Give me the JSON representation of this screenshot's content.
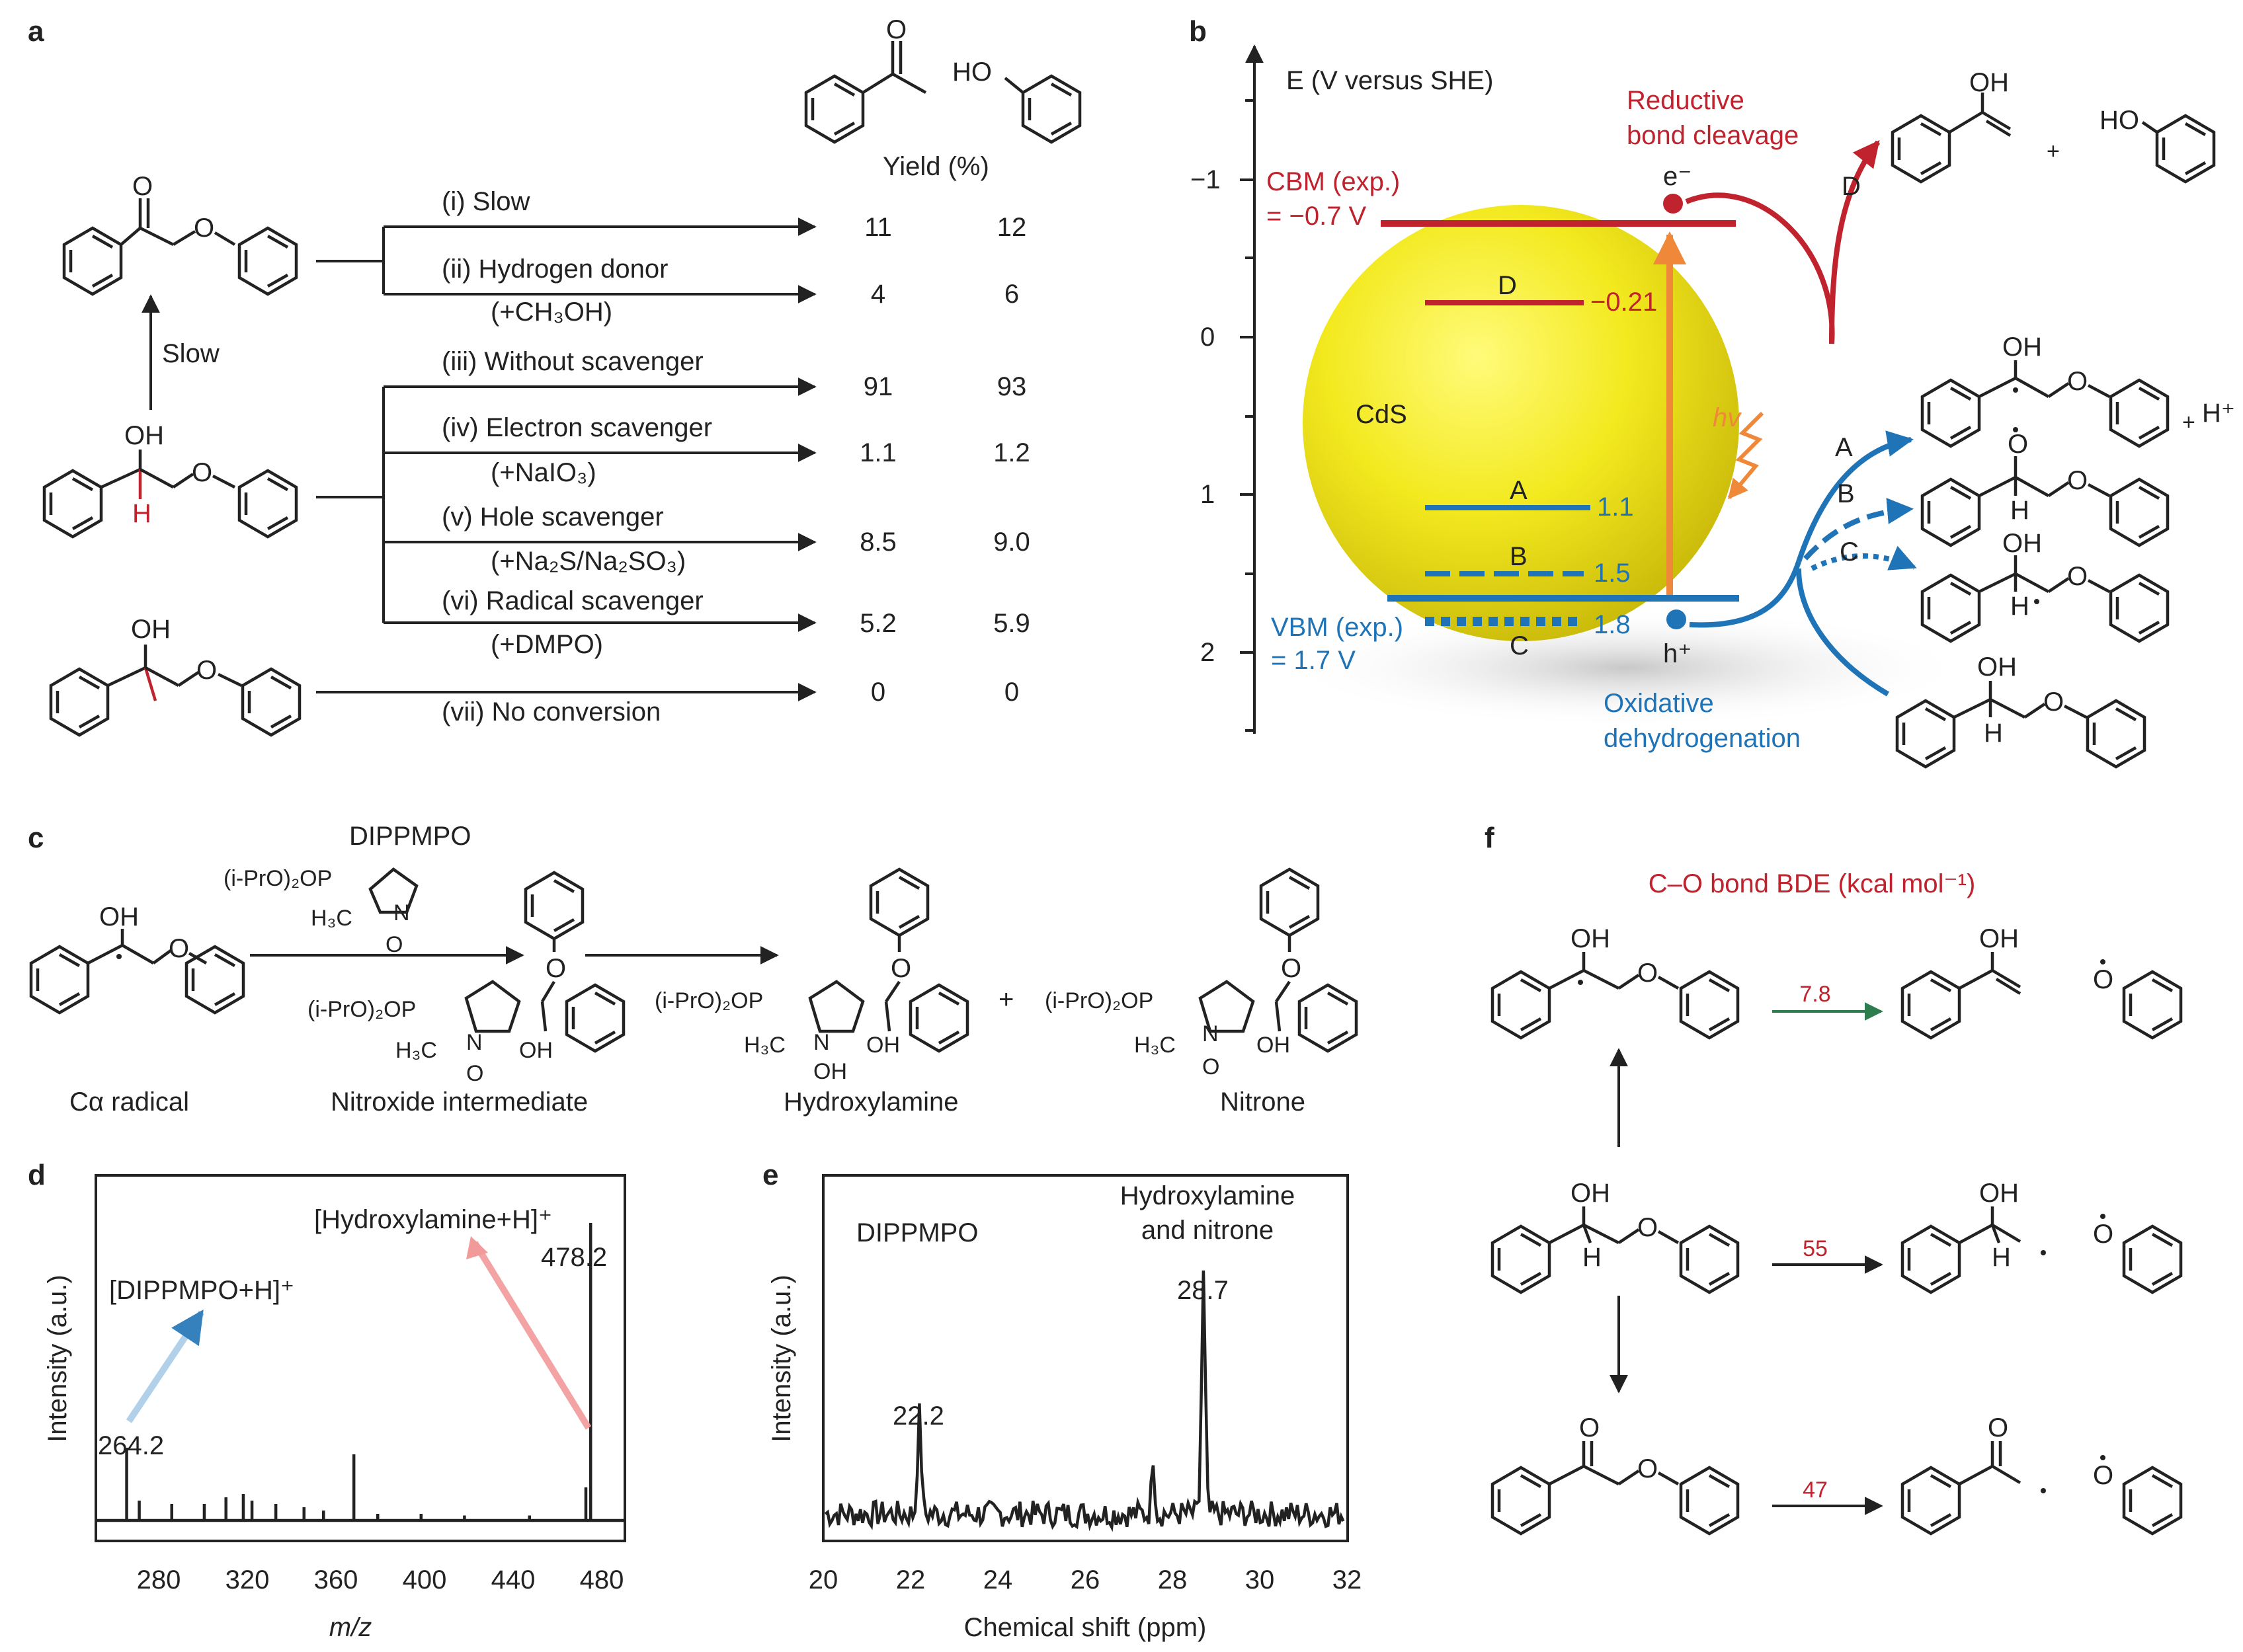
{
  "panels": {
    "a": "a",
    "b": "b",
    "c": "c",
    "d": "d",
    "e": "e",
    "f": "f"
  },
  "panel_a": {
    "yield_header": "Yield (%)",
    "slow_label": "Slow",
    "rows": [
      {
        "label": "(i) Slow",
        "sub": "",
        "y1": "11",
        "y2": "12"
      },
      {
        "label": "(ii) Hydrogen donor",
        "sub": "(+CH₃OH)",
        "y1": "4",
        "y2": "6"
      },
      {
        "label": "(iii) Without scavenger",
        "sub": "",
        "y1": "91",
        "y2": "93"
      },
      {
        "label": "(iv) Electron scavenger",
        "sub": "(+NaIO₃)",
        "y1": "1.1",
        "y2": "1.2"
      },
      {
        "label": "(v) Hole scavenger",
        "sub": "(+Na₂S/Na₂SO₃)",
        "y1": "8.5",
        "y2": "9.0"
      },
      {
        "label": "(vi) Radical scavenger",
        "sub": "(+DMPO)",
        "y1": "5.2",
        "y2": "5.9"
      },
      {
        "label": "(vii) No conversion",
        "sub": "",
        "y1": "0",
        "y2": "0"
      }
    ],
    "atoms": {
      "O": "O",
      "OH": "OH",
      "H": "H",
      "HO": "HO"
    }
  },
  "panel_b": {
    "axis_title": "E (V versus SHE)",
    "ticks": [
      "−1",
      "0",
      "1",
      "2"
    ],
    "cbm": "CBM (exp.)",
    "cbm_val": "= −0.7 V",
    "vbm": "VBM (exp.)",
    "vbm_val": "= 1.7 V",
    "material": "CdS",
    "electron": "e⁻",
    "hole": "h⁺",
    "hv": "hv",
    "levels": [
      {
        "name": "D",
        "value": "−0.21"
      },
      {
        "name": "A",
        "value": "1.1"
      },
      {
        "name": "B",
        "value": "1.5"
      },
      {
        "name": "C",
        "value": "1.8"
      }
    ],
    "reductive": "Reductive",
    "bond_cleavage": "bond cleavage",
    "oxidative": "Oxidative",
    "dehydrogenation": "dehydrogenation",
    "hplus": "H⁺",
    "plus": "+",
    "path_labels": [
      "A",
      "B",
      "C",
      "D"
    ],
    "band_colors": {
      "cbm": "#c0232d",
      "vbm": "#1f74b8",
      "photon": "#f0883a",
      "particle": "#f2e823"
    }
  },
  "panel_c": {
    "dippmpo": "DIPPMPO",
    "ipro": "(i-PrO)₂OP",
    "h3c": "H₃C",
    "n_plus": "N",
    "o_minus": "O",
    "names": [
      "Cα radical",
      "Nitroxide intermediate",
      "Hydroxylamine",
      "Nitrone"
    ],
    "plus": "+"
  },
  "panel_d": {
    "ylabel": "Intensity (a.u.)",
    "xlabel": "m/z",
    "xticks": [
      "280",
      "320",
      "360",
      "400",
      "440",
      "480"
    ],
    "peak1": "264.2",
    "peak2": "478.2",
    "ann1": "[DIPPMPO+H]⁺",
    "ann2": "[Hydroxylamine+H]⁺"
  },
  "panel_e": {
    "ylabel": "Intensity (a.u.)",
    "xlabel": "Chemical shift (ppm)",
    "xticks": [
      "20",
      "22",
      "24",
      "26",
      "28",
      "30",
      "32"
    ],
    "peak1": "22.2",
    "peak2": "28.7",
    "ann1": "DIPPMPO",
    "ann2a": "Hydroxylamine",
    "ann2b": "and nitrone"
  },
  "panel_f": {
    "title": "C–O bond BDE (kcal mol⁻¹)",
    "bde": [
      "7.8",
      "55",
      "47"
    ]
  }
}
